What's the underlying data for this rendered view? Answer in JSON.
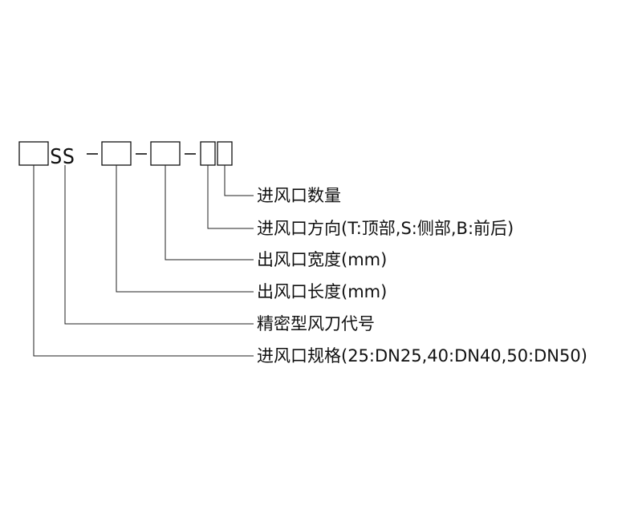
{
  "code": {
    "series_letters": "SS"
  },
  "labels": [
    "进风口数量",
    "进风口方向(T:顶部,S:侧部,B:前后)",
    "出风口宽度(mm)",
    "出风口长度(mm)",
    "精密型风刀代号",
    "进风口规格(25:DN25,40:DN40,50:DN50)"
  ]
}
